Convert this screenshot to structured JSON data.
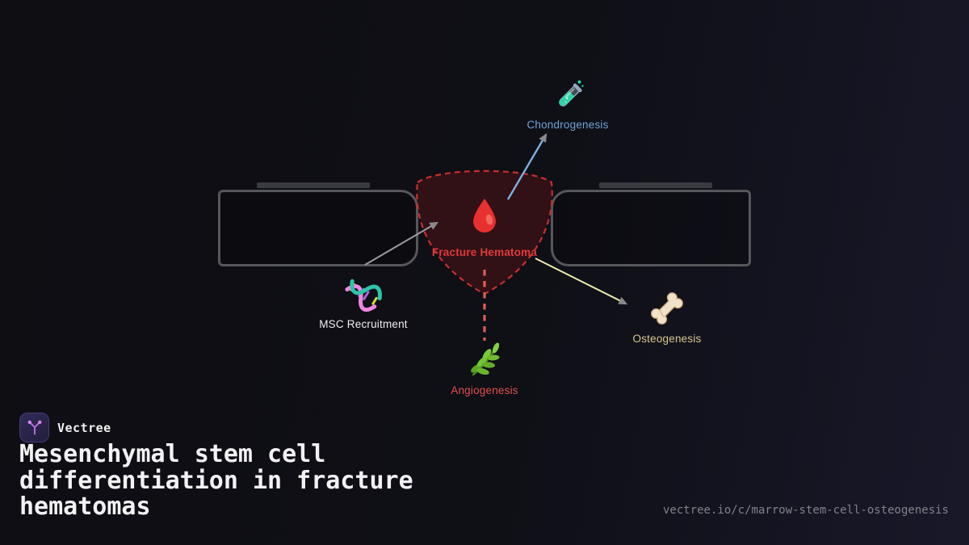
{
  "brand": {
    "name": "Vectree",
    "logo_icon": "vectree-branch-icon"
  },
  "title": "Mesenchymal stem cell differentiation in fracture hematomas",
  "footer_url": "vectree.io/c/marrow-stem-cell-osteogenesis",
  "diagram": {
    "center": {
      "label": "Fracture Hematoma",
      "icon": "blood-drop-icon",
      "label_color": "#e03a3a",
      "border_style": "dashed",
      "border_color": "#c62f2f",
      "fill_color": "rgba(150,25,25,0.25)"
    },
    "nodes": [
      {
        "id": "chondrogenesis",
        "label": "Chondrogenesis",
        "icon": "test-tube-icon",
        "label_color": "#6fa3d8"
      },
      {
        "id": "msc-recruitment",
        "label": "MSC Recruitment",
        "icon": "dna-icon",
        "label_color": "#efefef"
      },
      {
        "id": "osteogenesis",
        "label": "Osteogenesis",
        "icon": "bone-icon",
        "label_color": "#d7c98e"
      },
      {
        "id": "angiogenesis",
        "label": "Angiogenesis",
        "icon": "herb-icon",
        "label_color": "#e05050"
      }
    ],
    "connections": [
      {
        "from": "msc-recruitment",
        "to": "fracture-hematoma",
        "style": "solid-arrow",
        "color": "#9a9aa0"
      },
      {
        "from": "fracture-hematoma",
        "to": "chondrogenesis",
        "style": "solid-arrow",
        "color": "#7db0e3"
      },
      {
        "from": "fracture-hematoma",
        "to": "osteogenesis",
        "style": "solid-arrow",
        "color": "#ece9ae"
      },
      {
        "from": "fracture-hematoma",
        "to": "angiogenesis",
        "style": "dashed-line",
        "color": "#dd5f55"
      }
    ],
    "bone_segments": {
      "count": 2,
      "outline_color": "#56575c",
      "bar_color": "#3a3b40"
    }
  },
  "colors": {
    "background_left": "#0e0e13",
    "background_right": "#181829",
    "title_text": "#f2f2f4",
    "url_text": "#82828a",
    "logo_background": "#2a2547",
    "logo_glyph": "#c06ee0",
    "arrowhead": "#8a8a8e"
  }
}
